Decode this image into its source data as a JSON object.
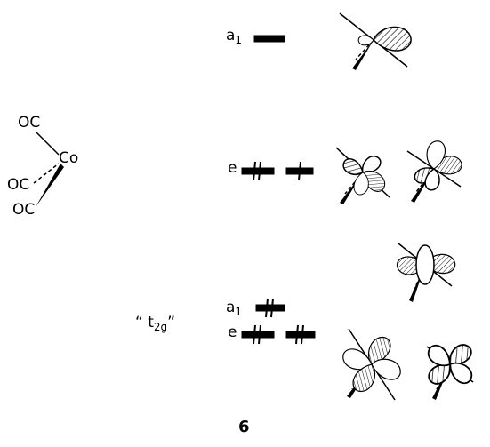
{
  "molecule": {
    "ligands": [
      "OC",
      "OC",
      "OC"
    ],
    "metal": "Co"
  },
  "levels": {
    "upper_a1": {
      "label": "a",
      "subscript": "1"
    },
    "e_mid": {
      "label": "e"
    },
    "t2g_group": {
      "prefix": "“ t",
      "subscript": "2g",
      "suffix": "”"
    },
    "lower_a1": {
      "label": "a",
      "subscript": "1"
    },
    "lower_e": {
      "label": "e"
    }
  },
  "figure_number": "6",
  "colors": {
    "ink": "#000000",
    "hatch": "#000000",
    "background": "#ffffff"
  }
}
